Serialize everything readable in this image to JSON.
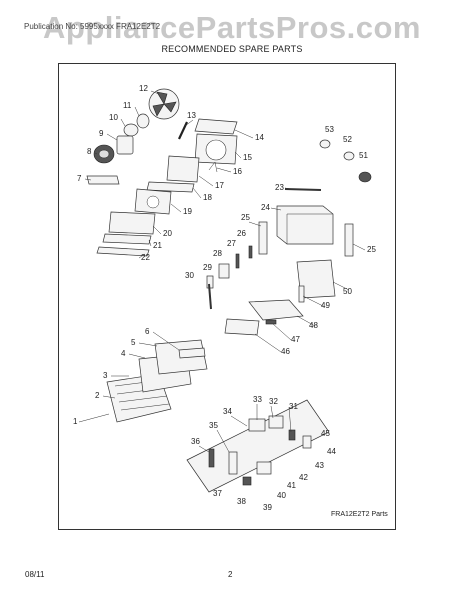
{
  "watermark": "AppliancePartsPros.com",
  "header": "Publication No: 5995xxxx          FRA12E2T2",
  "subtitle": "RECOMMENDED SPARE PARTS",
  "caption": "FRA12E2T2 Parts",
  "footer": {
    "date": "08/11",
    "page": "2"
  },
  "callouts": [
    "1",
    "2",
    "3",
    "4",
    "5",
    "6",
    "7",
    "8",
    "9",
    "10",
    "11",
    "12",
    "13",
    "14",
    "15",
    "16",
    "17",
    "18",
    "19",
    "20",
    "21",
    "22",
    "23",
    "24",
    "25",
    "25",
    "26",
    "27",
    "28",
    "29",
    "30",
    "31",
    "32",
    "33",
    "34",
    "35",
    "36",
    "37",
    "38",
    "39",
    "40",
    "41",
    "42",
    "43",
    "44",
    "45",
    "46",
    "47",
    "48",
    "49",
    "50",
    "51",
    "52",
    "53"
  ]
}
